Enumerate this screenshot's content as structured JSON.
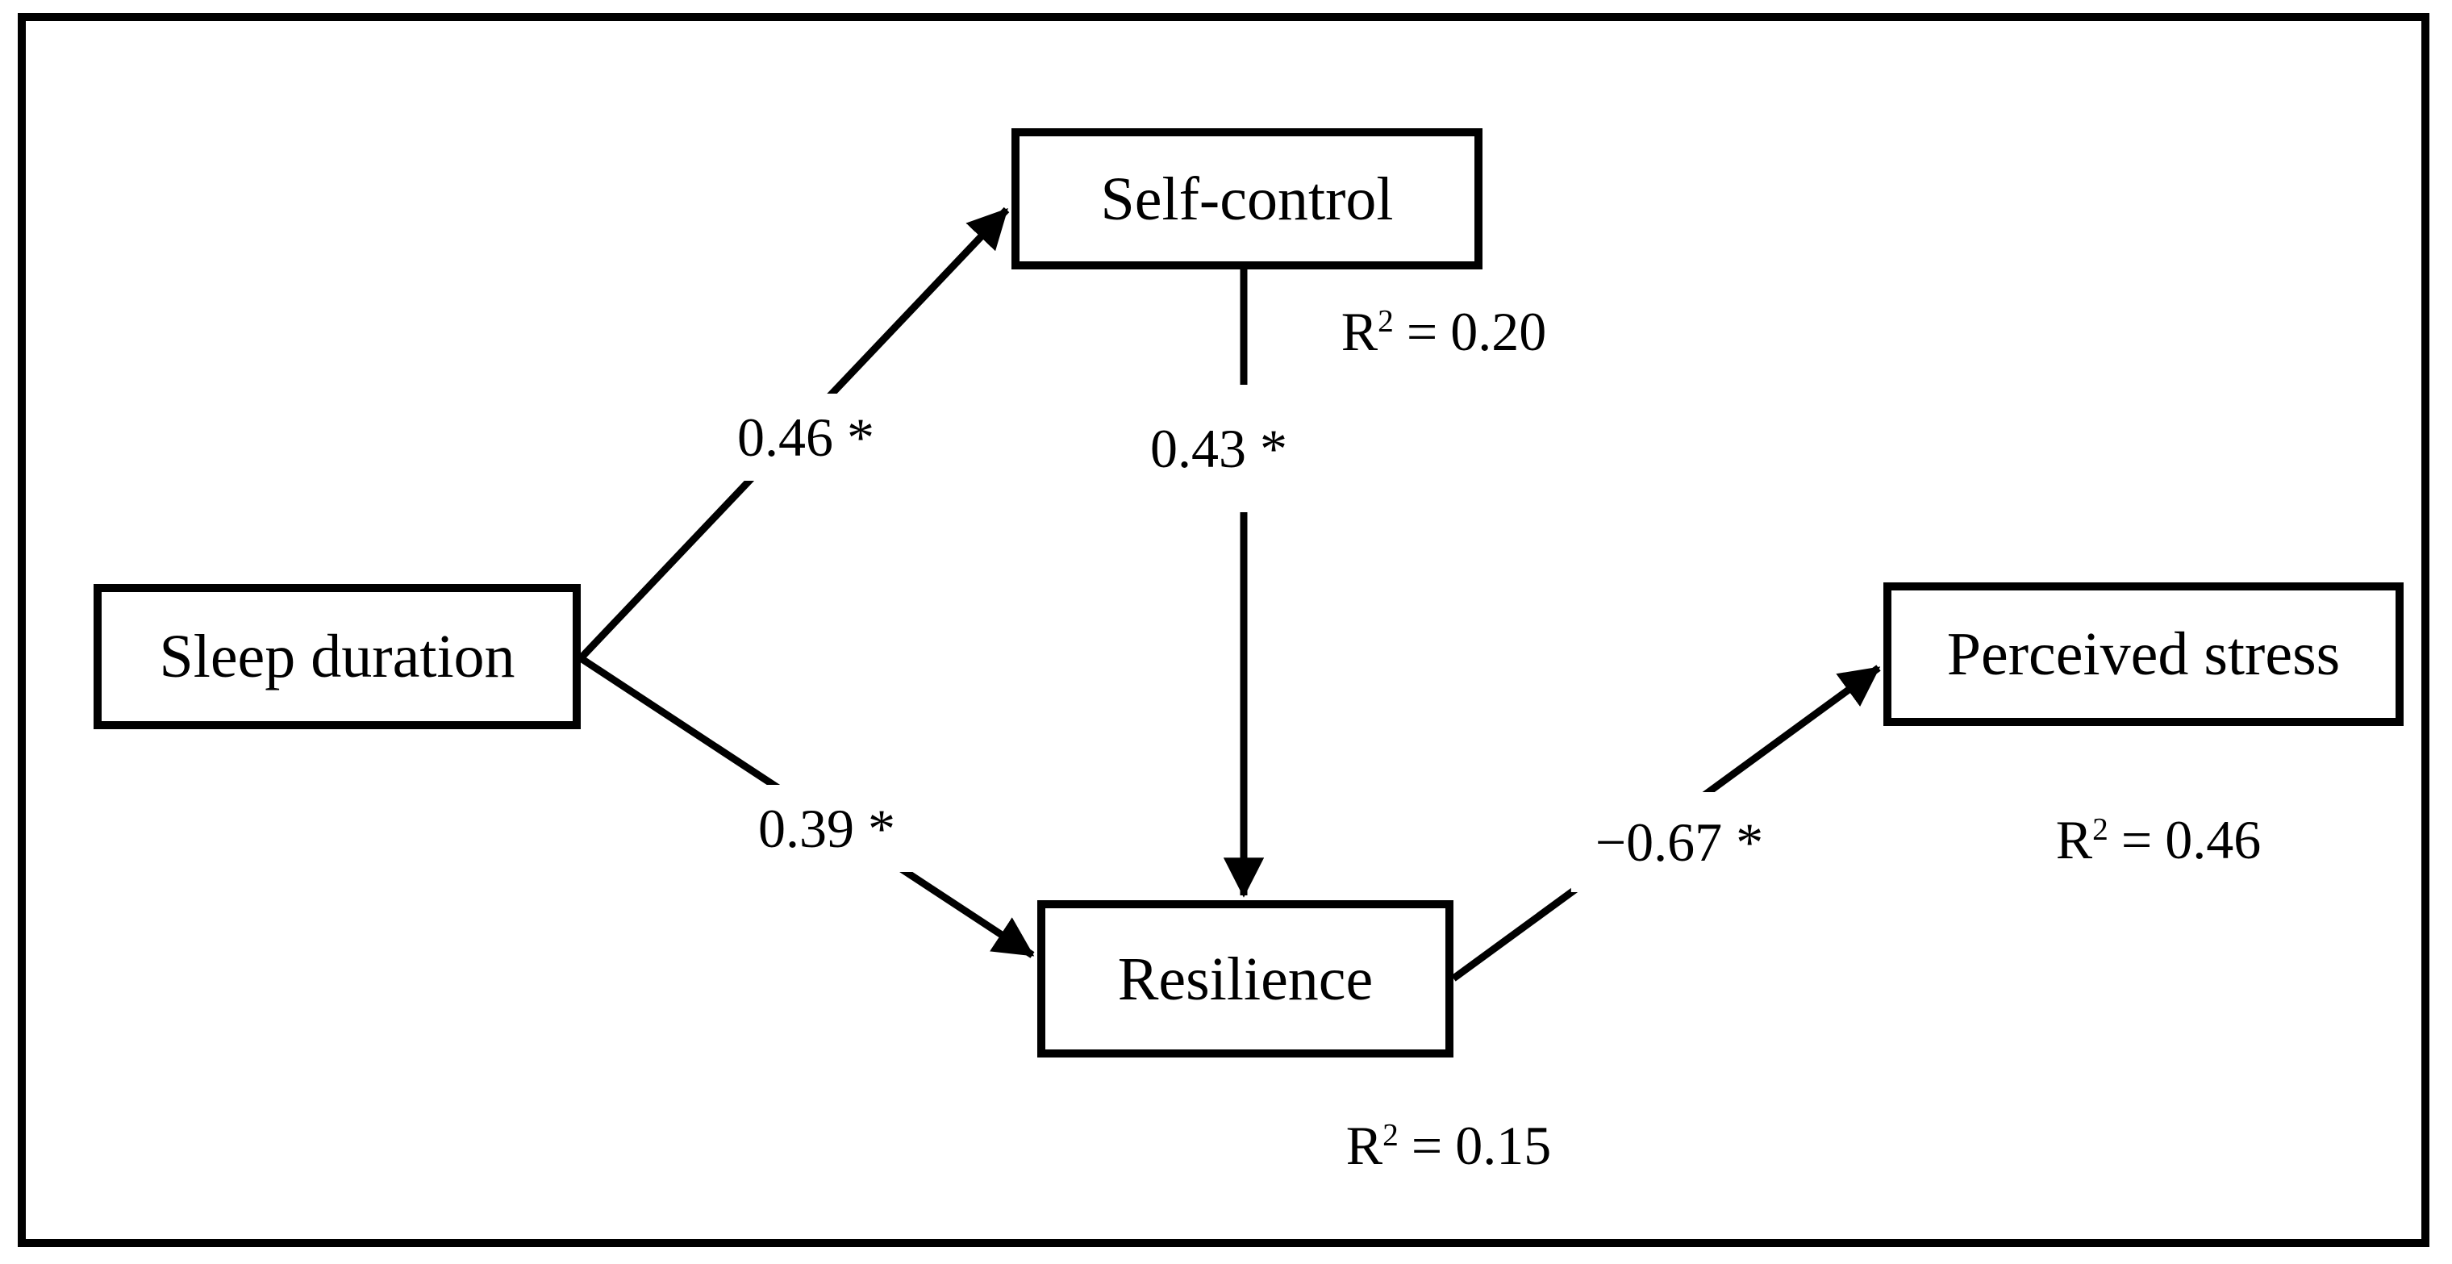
{
  "diagram": {
    "type": "path-model",
    "background_color": "#ffffff",
    "line_color": "#000000",
    "nodes": [
      {
        "id": "sleep-duration",
        "label": "Sleep duration"
      },
      {
        "id": "self-control",
        "label": "Self-control",
        "r2": "0.20"
      },
      {
        "id": "resilience",
        "label": "Resilience",
        "r2": "0.15"
      },
      {
        "id": "perceived-stress",
        "label": "Perceived stress",
        "r2": "0.46"
      }
    ],
    "r2_symbol": {
      "base": "R",
      "sup": "2",
      "equals": "="
    },
    "paths": [
      {
        "from": "Sleep duration",
        "to": "Self-control",
        "coefficient": "0.46 *"
      },
      {
        "from": "Sleep duration",
        "to": "Resilience",
        "coefficient": "0.39 *"
      },
      {
        "from": "Self-control",
        "to": "Resilience",
        "coefficient": "0.43 *"
      },
      {
        "from": "Resilience",
        "to": "Perceived stress",
        "coefficient": "−0.67 *"
      }
    ]
  }
}
